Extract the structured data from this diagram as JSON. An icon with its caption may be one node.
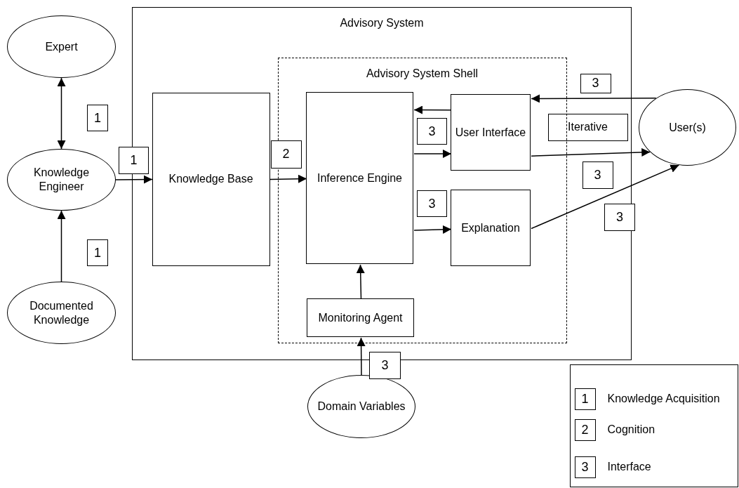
{
  "diagram": {
    "nodes": [
      {
        "text": [
          "Expert"
        ]
      },
      {
        "text": [
          "1"
        ]
      },
      {
        "text": [
          "Knowledge Engineer"
        ]
      },
      {
        "text": [
          "1"
        ]
      },
      {
        "text": [
          "1"
        ]
      },
      {
        "text": [
          "Documented Knowledge"
        ]
      },
      {
        "text": [
          "Advisory System"
        ]
      },
      {
        "text": [
          "Knowledge Base"
        ],
        "in": 6
      },
      {
        "text": [
          "2"
        ],
        "in": 6
      },
      {
        "text": [
          "Advisory System Shell"
        ],
        "in": 6
      },
      {
        "text": [
          "Inference Engine"
        ],
        "in": 9
      },
      {
        "text": [
          "User Interface"
        ],
        "in": 9
      },
      {
        "text": [
          "3"
        ],
        "in": 9
      },
      {
        "text": [
          "3"
        ],
        "in": 9
      },
      {
        "text": [
          "Explanation"
        ],
        "in": 9
      },
      {
        "text": [
          "Monitoring Agent"
        ],
        "in": 9
      },
      {
        "text": [
          "3"
        ],
        "in": 6
      },
      {
        "text": [
          "Iterative"
        ],
        "in": 6
      },
      {
        "text": [
          "3"
        ],
        "in": 6
      },
      {
        "text": [
          "3"
        ]
      },
      {
        "text": [
          "User(s)"
        ]
      },
      {
        "text": [
          "3"
        ]
      },
      {
        "text": [
          "Domain Variables"
        ]
      },
      {
        "text": [],
        "shape": "box"
      },
      {
        "text": [
          "1"
        ],
        "in": 23,
        "beside": [
          "Knowledge Acquisition"
        ]
      },
      {
        "text": [
          "2"
        ],
        "in": 23,
        "beside": [
          "Cognition"
        ]
      },
      {
        "text": [
          "3"
        ],
        "in": 23,
        "beside": [
          "Interface"
        ]
      }
    ],
    "edges": [
      {
        "from": 0,
        "to": 2,
        "arrow": "both"
      },
      {
        "from": 5,
        "to": 2,
        "arrow": "to"
      },
      {
        "from": 2,
        "to": 7,
        "arrow": "to"
      },
      {
        "from": 7,
        "to": 10,
        "arrow": "to"
      },
      {
        "from": 11,
        "to": 10,
        "arrow": "to"
      },
      {
        "from": 10,
        "to": 11,
        "arrow": "to"
      },
      {
        "from": 10,
        "to": 14,
        "arrow": "to"
      },
      {
        "from": 20,
        "to": 11,
        "arrow": "to"
      },
      {
        "from": 11,
        "to": 20,
        "arrow": "to"
      },
      {
        "from": 14,
        "to": 20,
        "arrow": "to"
      },
      {
        "from": 15,
        "to": 10,
        "arrow": "to"
      },
      {
        "from": 22,
        "to": 15,
        "arrow": "to"
      }
    ]
  }
}
